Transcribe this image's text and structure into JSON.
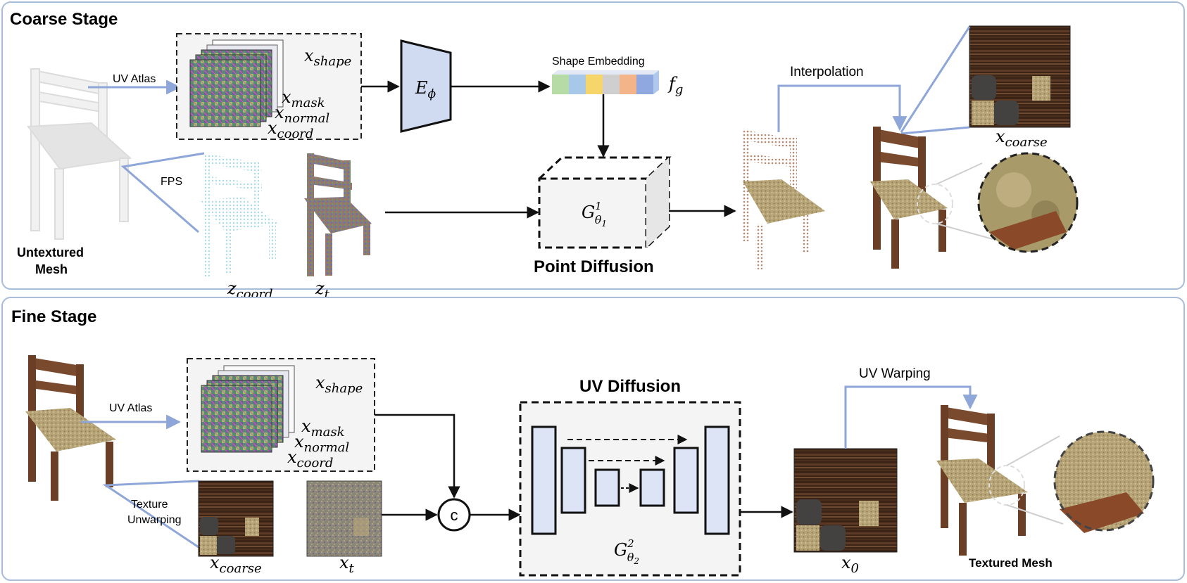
{
  "coarse": {
    "title": "Coarse Stage",
    "uv_atlas": "UV Atlas",
    "fps": "FPS",
    "untextured_mesh": [
      "Untextured",
      "Mesh"
    ],
    "x_shape": {
      "base": "x",
      "sub": "shape"
    },
    "x_mask": {
      "base": "x",
      "sub": "mask"
    },
    "x_normal": {
      "base": "x",
      "sub": "normal"
    },
    "x_coord": {
      "base": "x",
      "sub": "coord"
    },
    "encoder": {
      "base": "E",
      "sub": "ϕ"
    },
    "shape_embedding": "Shape Embedding",
    "f_g": {
      "base": "f",
      "sub": "g"
    },
    "z_coord": {
      "base": "z",
      "sub": "coord"
    },
    "z_t": {
      "base": "z",
      "sub": "t"
    },
    "g1": {
      "base": "G",
      "sup": "1",
      "sub": "θ",
      "subsub": "1"
    },
    "point_diffusion": "Point Diffusion",
    "interpolation": "Interpolation",
    "x_coarse": {
      "base": "x",
      "sub": "coarse"
    }
  },
  "fine": {
    "title": "Fine Stage",
    "uv_atlas": "UV Atlas",
    "texture_unwarping": [
      "Texture",
      "Unwarping"
    ],
    "x_shape": {
      "base": "x",
      "sub": "shape"
    },
    "x_mask": {
      "base": "x",
      "sub": "mask"
    },
    "x_normal": {
      "base": "x",
      "sub": "normal"
    },
    "x_coord": {
      "base": "x",
      "sub": "coord"
    },
    "x_coarse": {
      "base": "x",
      "sub": "coarse"
    },
    "x_t": {
      "base": "x",
      "sub": "t"
    },
    "concat": "c",
    "uv_diffusion": "UV Diffusion",
    "g2": {
      "base": "G",
      "sup": "2",
      "sub": "θ",
      "subsub": "2"
    },
    "x_0": {
      "base": "x",
      "sub": "0"
    },
    "uv_warping": "UV Warping",
    "textured_mesh": "Textured Mesh"
  },
  "colors": {
    "panel_border": "#a9bcd9",
    "blue_line": "#8ea6d8",
    "encoder_fill": "#d0daf0",
    "unet_fill": "#dce4f6",
    "embedding_colors": [
      "#b6dba4",
      "#a7c8e9",
      "#f6d66a",
      "#cfcfcf",
      "#f3b48a",
      "#8fa9e0",
      "#b0c8ec"
    ],
    "wood": "#7a4a2e",
    "cushion": "#b9a77d"
  }
}
